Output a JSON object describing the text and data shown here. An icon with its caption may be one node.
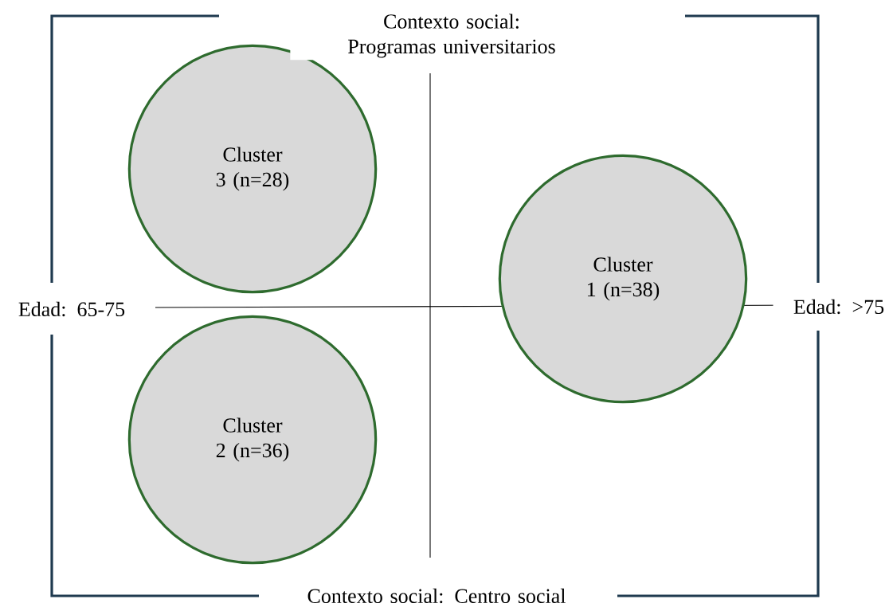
{
  "diagram": {
    "nodes": [
      {
        "text": [
          "Cluster 3 (n=28)"
        ]
      },
      {
        "text": [
          "Cluster 1 (n=38)"
        ]
      },
      {
        "text": [
          "Cluster 2 (n=36)"
        ]
      }
    ],
    "labels": [
      "Contexto social: Programas universitarios",
      "Edad: 65-75",
      "Edad: >75",
      "Contexto social: Centro social"
    ]
  }
}
